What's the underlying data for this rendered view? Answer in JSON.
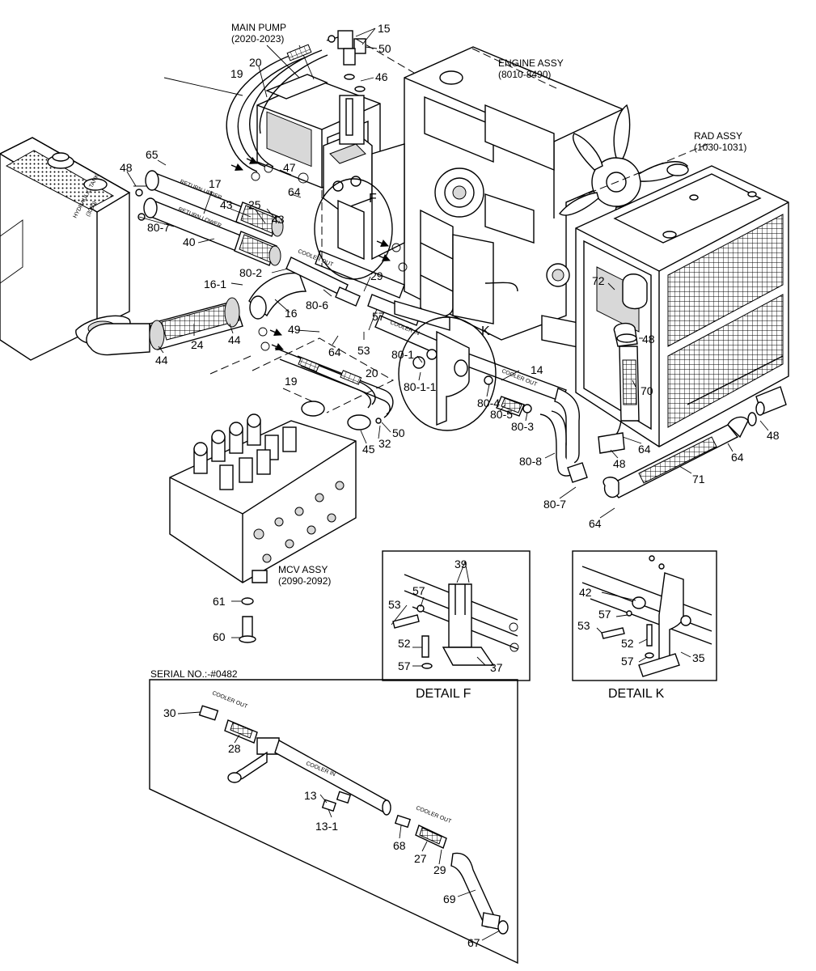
{
  "assemblies": {
    "main_pump": {
      "name": "MAIN PUMP",
      "ref": "(2020-2023)"
    },
    "engine": {
      "name": "ENGINE ASSY",
      "ref": "(8010-8490)"
    },
    "radiator": {
      "name": "RAD ASSY",
      "ref": "(1030-1031)"
    },
    "mcv": {
      "name": "MCV ASSY",
      "ref": "(2090-2092)"
    },
    "hydraulic_tank": {
      "name": "HYDRAULIC TANK",
      "ref": "(3030)"
    }
  },
  "pipe_labels": {
    "return_upper": "RETURN UPPER",
    "return_lower": "RETURN LOWER",
    "cooler_out": "COOLER OUT",
    "cooler_in": "COOLER IN"
  },
  "detail_refs": {
    "f": "F",
    "k": "K"
  },
  "details": {
    "f_title": "DETAIL  F",
    "k_title": "DETAIL  K"
  },
  "serial": "SERIAL NO.:-#0482",
  "callouts": {
    "c15": "15",
    "c50a": "50",
    "c46": "46",
    "c19a": "19",
    "c20a": "20",
    "c47": "47",
    "c65": "65",
    "c48a": "48",
    "c17": "17",
    "c64a": "64",
    "c43a": "43",
    "c25": "25",
    "c43b": "43",
    "c80_7a": "80-7",
    "c40": "40",
    "c80_2": "80-2",
    "c16_1": "16-1",
    "c16": "16",
    "c80_6": "80-6",
    "c29a": "29",
    "c44a": "44",
    "c44b": "44",
    "c24": "24",
    "c49": "49",
    "c64b": "64",
    "c53a": "53",
    "c57a": "57",
    "c80_1": "80-1",
    "c80_1_1": "80-1-1",
    "c19b": "19",
    "c20b": "20",
    "c14": "14",
    "c80_4": "80-4",
    "c80_5": "80-5",
    "c80_3": "80-3",
    "c32": "32",
    "c50b": "50",
    "c45": "45",
    "c72": "72",
    "c48b": "48",
    "c70": "70",
    "c64c": "64",
    "c48c": "48",
    "c48d": "48",
    "c64d": "64",
    "c71": "71",
    "c80_8": "80-8",
    "c80_7b": "80-7",
    "c64e": "64",
    "c61": "61",
    "c60": "60",
    "f39": "39",
    "f57a": "57",
    "f53": "53",
    "f52": "52",
    "f57b": "57",
    "f37": "37",
    "k42": "42",
    "k57a": "57",
    "k53": "53",
    "k52": "52",
    "k57b": "57",
    "k35": "35",
    "s30": "30",
    "s28": "28",
    "s13": "13",
    "s13_1": "13-1",
    "s68": "68",
    "s27": "27",
    "s29": "29",
    "s69": "69",
    "s67": "67"
  }
}
